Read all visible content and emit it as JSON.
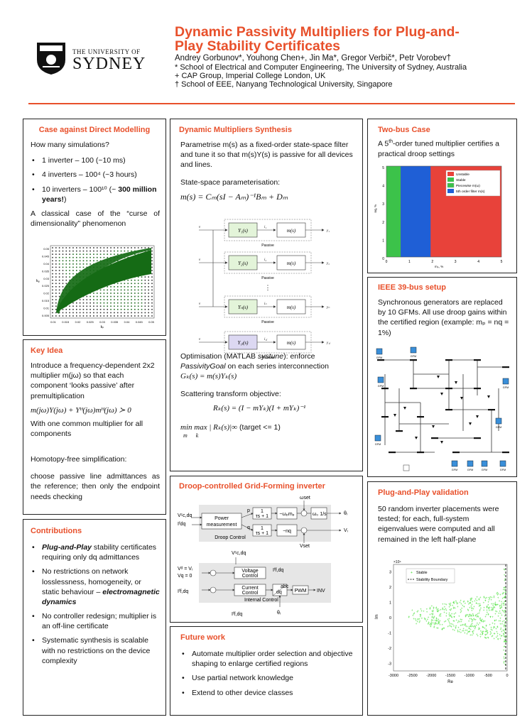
{
  "header": {
    "university_line1": "THE UNIVERSITY OF",
    "university_line2": "SYDNEY",
    "title_line1": "Dynamic Passivity Multipliers for Plug-and-",
    "title_line2": "Play Stability Certificates",
    "authors": "Andrey Gorbunov*, Youhong Chen+, Jin Ma*, Gregor Verbič*, Petr Vorobev†",
    "affiliations": [
      "* School of Electrical and Computer Engineering, The University of Sydney, Australia",
      "+ CAP Group, Imperial College London, UK",
      "† School of EEE, Nanyang Technological University, Singapore"
    ]
  },
  "case": {
    "title": "Case against Direct Modelling",
    "question": "How many simulations?",
    "bullets": [
      "1 inverter – 100 (~10 ms)",
      "4 inverters – 100⁴ (~3 hours)",
      "10 inverters – 100¹⁰ (~ "
    ],
    "bullet3_bold": "300 million years!",
    "bullet3_end": ")",
    "curse": "A classical case of the “curse of dimensionality” phenomenon",
    "plot": {
      "yticks": [
        "0.05",
        "0.045",
        "0.04",
        "0.035",
        "0.03",
        "0.025",
        "0.02",
        "0.015",
        "0.01",
        "0.005"
      ],
      "xticks": [
        "0.01",
        "0.015",
        "0.02",
        "0.025",
        "0.03",
        "0.035",
        "0.04",
        "0.045",
        "0.05"
      ],
      "xlabel": "kₚ",
      "ylabel": "kᵩ"
    }
  },
  "key": {
    "title": "Key Idea",
    "p1": "Introduce a frequency-dependent 2x2 multiplier m(jω) so that each component ‘looks passive’ after premultiplication",
    "eq": "m(jω)Y(jω) + Yᴴ(jω)mᴴ(jω) ≻ 0",
    "p2": "With one common multiplier for all components",
    "p3": "Homotopy-free simplification:",
    "p4": "choose passive line admittances as the reference; then only the endpoint needs checking"
  },
  "contrib": {
    "title": "Contributions",
    "b1_bold": "Plug-and-Play",
    "b1_rest": " stability certificates requiring only dq admittances",
    "b2_text": "No restrictions on network losslessness, homogeneity, or static behaviour –",
    "b2_bold": "electromagnetic dynamics",
    "b3": "No controller redesign; multiplier is an off-line certificate",
    "b4": "Systematic synthesis is scalable with no restrictions on the device complexity"
  },
  "dyn": {
    "title": "Dynamic Multipliers Synthesis",
    "p1": "Parametrise m(s) as a fixed-order state-space filter and tune it so that m(s)Y(s) is passive for all devices and lines.",
    "p2": "State-space parameterisation:",
    "eq1": "m(s) = Cₘ(sI − Aₘ)⁻¹Bₘ + Dₘ",
    "diagram": {
      "blocks": [
        "Y₁(s)",
        "Y₂(s)",
        "Yₙ(s)",
        "Y₁ⱼ(s)"
      ],
      "m": "m(s)",
      "passive": "Passive",
      "v": "v",
      "i": [
        "i₁",
        "i₂",
        "iₙ",
        "i₁ⱼ"
      ],
      "out": [
        "y₁",
        "y₂",
        "yₙ",
        "y₁ⱼ"
      ],
      "dots": "⋮"
    },
    "p3a": "Optimisation (MATLAB ",
    "p3b": "systune",
    "p3c": "): enforce",
    "p3d": "PassivityGoal",
    "p3e": " on each series interconnection",
    "eq2": "Gₖ(s) = m(s)Yₖ(s)",
    "p4": "Scattering transform objective:",
    "eq3": "Rₖ(s) = (I − mYₖ)(I + mYₖ)⁻¹",
    "eq4": "min max | Rₖ(s)|∞",
    "eq4_sub": "m      k",
    "eq4_tail": "(target <= 1)"
  },
  "droop": {
    "title": "Droop-controlled Grid-Forming inverter",
    "labels": {
      "power": "Power",
      "meas": "measurement",
      "droop": "Droop Control",
      "tf": "1",
      "tfd": "τs + 1",
      "wm": "−ωₚmₚ",
      "nq": "−nq",
      "int1": "ω₀",
      "int2": "1/s",
      "wset": "ωset",
      "vset": "Vset",
      "vc": "Vᶜc,dq",
      "if": "Iᶠdq",
      "p": "p",
      "q": "q",
      "theta": "θᵢ",
      "vi": "Vᵢ",
      "vd": "Vᵈ = Vᵢ",
      "vq": "Vq = 0",
      "vref": "Vᶜc,dq",
      "vctrl1": "Voltage",
      "vctrl2": "Control",
      "cctrl1": "Current",
      "cctrl2": "Control",
      "iref": "Iᶠf,dq",
      "abc": "dq",
      "abc2": "abc",
      "pwm": "PWM",
      "inv": "INV",
      "internal": "Internal Control",
      "ifdq": "Iᶠf,dq",
      "theta2": "θᵢ",
      "ifdq2": "Iᶠf,dq"
    }
  },
  "future": {
    "title": "Future work",
    "bullets": [
      "Automate multiplier order selection and objective shaping to enlarge certified regions",
      "Use partial network knowledge",
      "Extend to other device classes"
    ]
  },
  "twobus": {
    "title": "Two-bus Case",
    "p1a": "A 5",
    "p1sup": "th",
    "p1b": "-order tuned multiplier certifies a practical droop settings",
    "legend": [
      "Unstable",
      "Stable",
      "Piecewise m(ω)",
      "5th order filter m(s)"
    ],
    "yticks": [
      "5",
      "4",
      "3",
      "2",
      "1",
      "0"
    ],
    "xticks": [
      "0",
      "1",
      "2",
      "3",
      "4",
      "5"
    ],
    "xlabel": "mₚ, %",
    "ylabel": "nq, %",
    "colors": {
      "unstable": "#e8423a",
      "stable": "#3cc24a",
      "filter": "#1f5fd6"
    }
  },
  "ieee": {
    "title": "IEEE 39-bus setup",
    "p1": "Synchronous generators are replaced by 10 GFMs. All use droop gains within the certified region (example: mₚ = nq = 1%)",
    "gfm": "GFM"
  },
  "pnp": {
    "title": "Plug-and-Play validation",
    "p1": "50 random inverter placements were tested; for each, full-system eigenvalues were computed and all remained in the left half-plane",
    "scale": "×10⁴",
    "legend": [
      "Stable",
      "Stability Boundary"
    ],
    "yticks": [
      "3",
      "2",
      "1",
      "0",
      "-1",
      "-2",
      "-3"
    ],
    "xticks": [
      "-3000",
      "-2500",
      "-2000",
      "-1500",
      "-1000",
      "-500",
      "0"
    ],
    "xlabel": "Re",
    "ylabel": "Im"
  }
}
